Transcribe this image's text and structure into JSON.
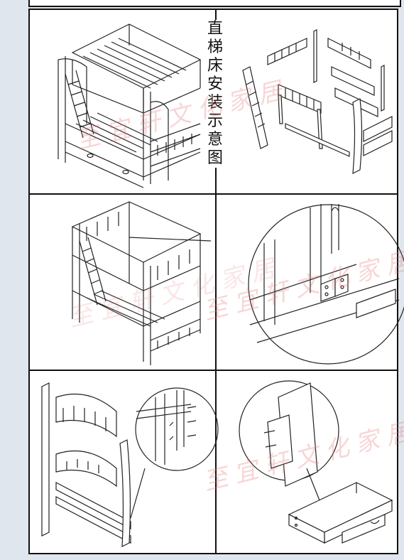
{
  "diagram": {
    "title": "直梯床安装示意图"
  },
  "watermarks": [
    "至宜轩文化家居",
    "至宜轩文化家居",
    "至宜轩文化家居",
    "至宜轩文化家居"
  ],
  "colors": {
    "line": "#222222",
    "frame": "#111111",
    "watermark": "#e67878",
    "background": "#dfe6ee"
  }
}
